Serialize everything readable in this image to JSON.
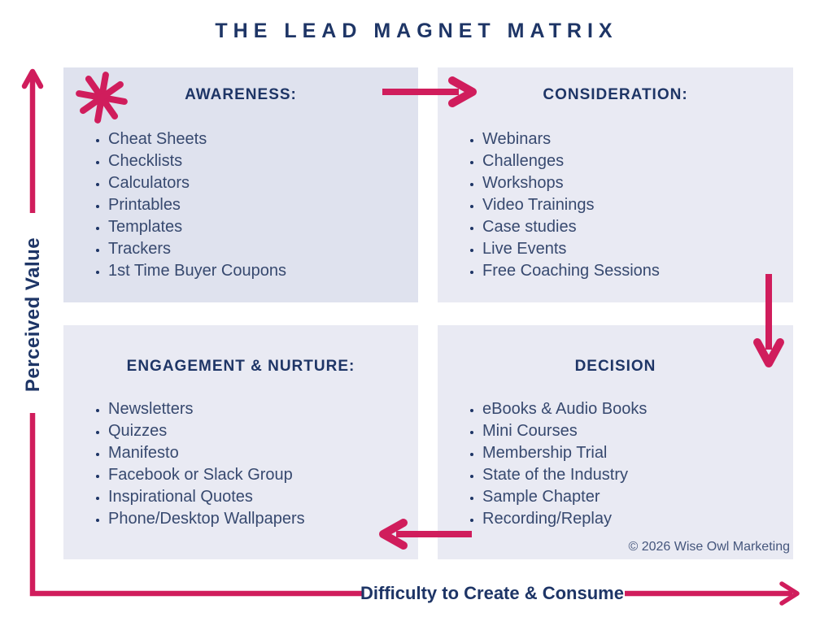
{
  "title": "THE LEAD MAGNET MATRIX",
  "axes": {
    "y_label": "Perceived Value",
    "x_label": "Difficulty to Create & Consume"
  },
  "quadrants": [
    {
      "id": "awareness",
      "label": "AWARENESS:",
      "icon": "starburst-icon",
      "items": [
        "Cheat Sheets",
        "Checklists",
        "Calculators",
        "Printables",
        "Templates",
        "Trackers",
        "1st Time Buyer Coupons"
      ]
    },
    {
      "id": "consideration",
      "label": "CONSIDERATION:",
      "items": [
        "Webinars",
        "Challenges",
        "Workshops",
        "Video Trainings",
        "Case studies",
        "Live Events",
        "Free Coaching Sessions"
      ]
    },
    {
      "id": "engagement",
      "label": "ENGAGEMENT & NURTURE:",
      "items": [
        "Newsletters",
        "Quizzes",
        "Manifesto",
        "Facebook or Slack Group",
        "Inspirational Quotes",
        "Phone/Desktop Wallpapers"
      ]
    },
    {
      "id": "decision",
      "label": "DECISION",
      "items": [
        "eBooks & Audio Books",
        "Mini Courses",
        "Membership Trial",
        "State of the Industry",
        "Sample Chapter",
        "Recording/Replay"
      ]
    }
  ],
  "flow_icons": [
    "starburst-icon",
    "arrow-right-icon",
    "arrow-down-icon",
    "arrow-left-icon",
    "axis-arrow-up-icon",
    "axis-arrow-right-icon"
  ],
  "copyright": "© 2026 Wise Owl Marketing",
  "colors": {
    "accent_pink": "#d01d5c",
    "navy": "#1e3566",
    "body_text": "#37496f",
    "awareness_bg": "#dfe2ee",
    "quadrant_bg": "#e9eaf3",
    "background": "#ffffff"
  }
}
